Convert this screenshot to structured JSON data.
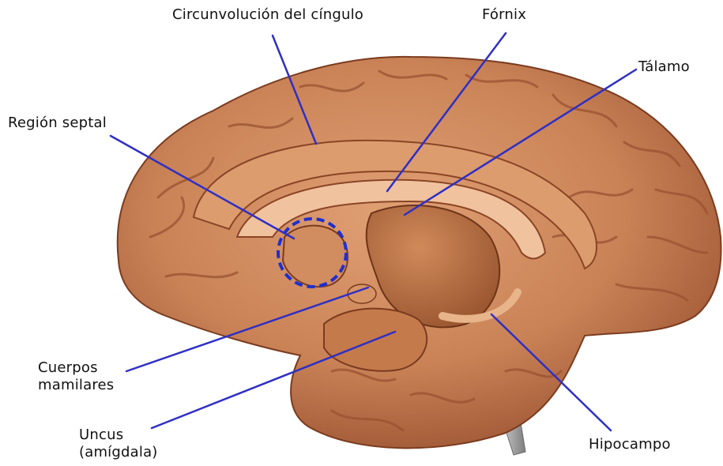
{
  "diagram": {
    "labels": {
      "cingulate": "Circunvolución del cíngulo",
      "fornix": "Fórnix",
      "thalamus": "Tálamo",
      "septal": "Región septal",
      "mammillary_line1": "Cuerpos",
      "mammillary_line2": "mamilares",
      "uncus_line1": "Uncus",
      "uncus_line2": "(amígdala)",
      "hippocampus": "Hipocampo"
    },
    "colors": {
      "leader_line": "#2f2fc4",
      "septal_circle": "#1f2fd0",
      "cortex_base": "#c98256",
      "cortex_light": "#e3a67a",
      "cortex_dark": "#8f4a2a",
      "thalamus": "#bb7444",
      "brainstem": "#a9a9a9"
    }
  }
}
